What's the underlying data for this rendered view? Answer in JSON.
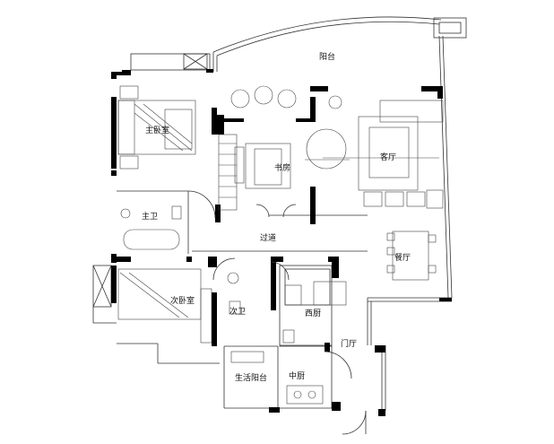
{
  "rooms": {
    "balcony": "阳台",
    "master_bedroom": "主卧室",
    "study": "书房",
    "living_room": "客厅",
    "master_bath": "主卫",
    "corridor": "过道",
    "dining_room": "餐厅",
    "second_bedroom": "次卧室",
    "second_bath": "次卫",
    "western_kitchen": "西厨",
    "foyer": "门厅",
    "utility_balcony": "生活阳台",
    "chinese_kitchen": "中厨"
  }
}
